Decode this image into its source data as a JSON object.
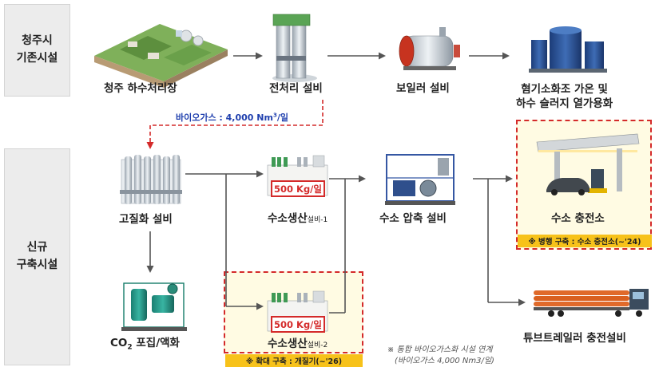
{
  "rows": {
    "existing": {
      "line1": "청주시",
      "line2": "기존시설"
    },
    "new": {
      "line1": "신규",
      "line2": "구축시설"
    }
  },
  "existing_facilities": {
    "plant": "청주 하수처리장",
    "pretreatment": "전처리 설비",
    "boiler": "보일러 설비",
    "digester_line1": "혐기소화조 가온 및",
    "digester_line2": "하수 슬러지 열가용화"
  },
  "biogas_flow": {
    "prefix": "바이오가스 : 4,000 Nm",
    "sup": "3",
    "suffix": "/일"
  },
  "new_facilities": {
    "upgrading": "고질화 설비",
    "co2_prefix": "CO",
    "co2_sub": "2",
    "co2_suffix": " 포집/액화",
    "h2_prod_1": "수소생산",
    "h2_prod_1_suffix": "설비-1",
    "h2_prod_2": "수소생산",
    "h2_prod_2_suffix": "설비-2",
    "capacity_1": "500 Kg/일",
    "capacity_2": "500 Kg/일",
    "compressor": "수소 압축 설비",
    "station": "수소 충전소",
    "tube_trailer": "튜브트레일러 충전설비"
  },
  "banners": {
    "station": "※ 병행 구축 : 수소 충전소(~'24)",
    "expansion": "※ 확대 구축 : 개질기(~'26)"
  },
  "notes": {
    "line1": "※ 통합 바이오가스화 시설 연계",
    "line2": "(바이오가스 4,000 Nm3/일)"
  },
  "colors": {
    "arrow": "#555555",
    "dashed_red": "#d42a2a",
    "banner_yellow": "#f7c21a",
    "biogas_blue": "#1f3fae",
    "row_label_bg": "#ececec"
  }
}
